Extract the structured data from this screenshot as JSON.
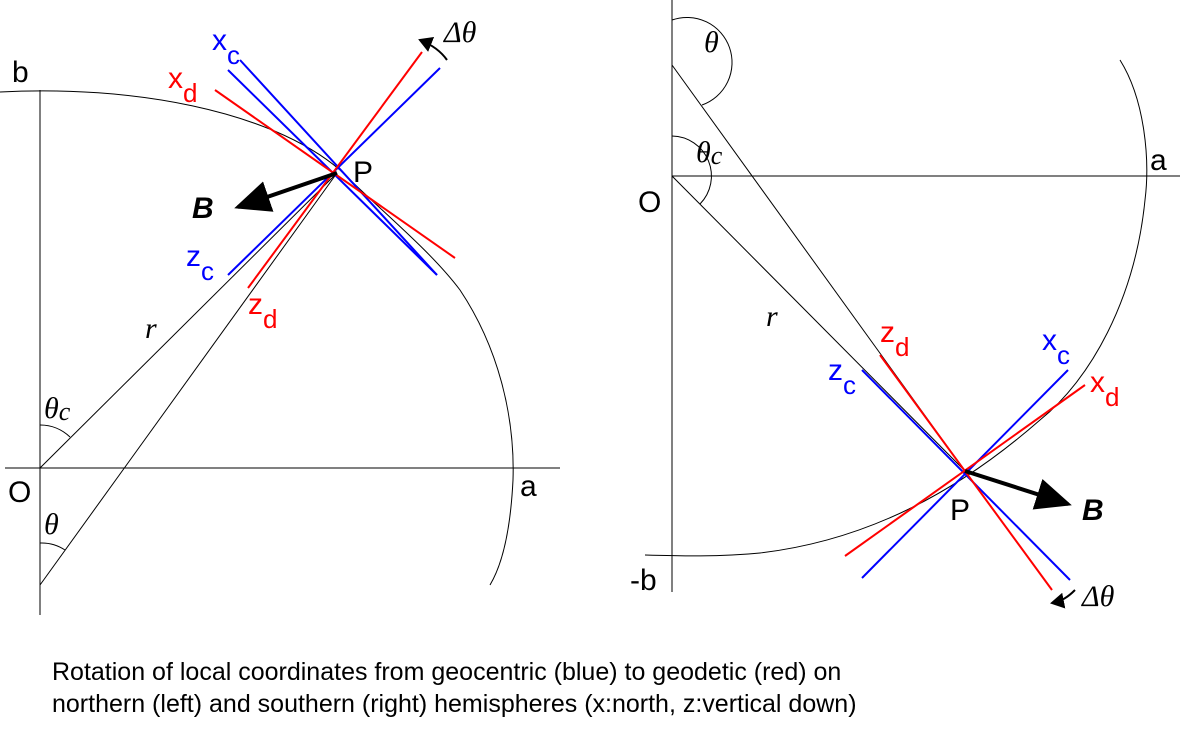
{
  "colors": {
    "geocentric": "#0000ff",
    "geodetic": "#ff0000",
    "ink": "#000000"
  },
  "left_panel": {
    "origin": "O",
    "axis_b": "b",
    "axis_a": "a",
    "point": "P",
    "vector": "B",
    "radius": "r",
    "theta_c": "θ",
    "theta_c_sub": "c",
    "theta": "θ",
    "delta_theta": "Δθ",
    "xc": "x",
    "xc_sub": "c",
    "xd": "x",
    "xd_sub": "d",
    "zc": "z",
    "zc_sub": "c",
    "zd": "z",
    "zd_sub": "d"
  },
  "right_panel": {
    "origin": "O",
    "axis_b": "-b",
    "axis_a": "a",
    "point": "P",
    "vector": "B",
    "radius": "r",
    "theta_c": "θ",
    "theta_c_sub": "c",
    "theta": "θ",
    "delta_theta": "Δθ",
    "xc": "x",
    "xc_sub": "c",
    "xd": "x",
    "xd_sub": "d",
    "zc": "z",
    "zc_sub": "c",
    "zd": "z",
    "zd_sub": "d"
  },
  "caption": {
    "line1": "Rotation of local coordinates from geocentric (blue) to geodetic (red) on",
    "line2": "northern (left) and southern (right) hemispheres (x:north, z:vertical down)"
  }
}
